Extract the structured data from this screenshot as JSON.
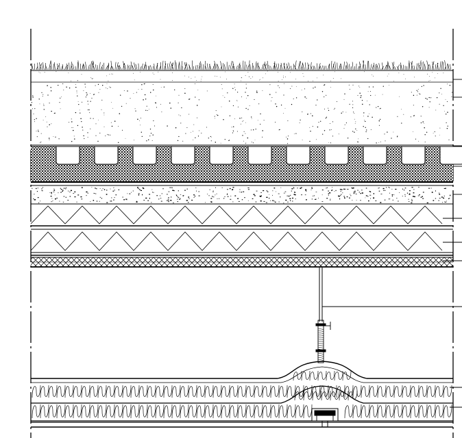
{
  "drawing": {
    "type": "construction-section",
    "line_color": "#000000",
    "background": "#ffffff",
    "layers": [
      {
        "id": "vegetation",
        "icon": "grass-hatch"
      },
      {
        "id": "growing-medium",
        "icon": "stipple-hatch"
      },
      {
        "id": "drainage-board",
        "icon": "dimpled-drainage-board"
      },
      {
        "id": "concrete",
        "icon": "aggregate-hatch"
      },
      {
        "id": "insulation-upper",
        "icon": "zigzag-insulation"
      },
      {
        "id": "insulation-lower",
        "icon": "zigzag-insulation"
      },
      {
        "id": "deck",
        "icon": "cross-hatch"
      },
      {
        "id": "hanger",
        "icon": "threaded-rod"
      },
      {
        "id": "batt-insulation-upper",
        "icon": "batt-loops"
      },
      {
        "id": "batt-insulation-lower",
        "icon": "batt-loops"
      },
      {
        "id": "ceiling-channel",
        "icon": "channel-bracket"
      }
    ],
    "leader_count": 11
  }
}
